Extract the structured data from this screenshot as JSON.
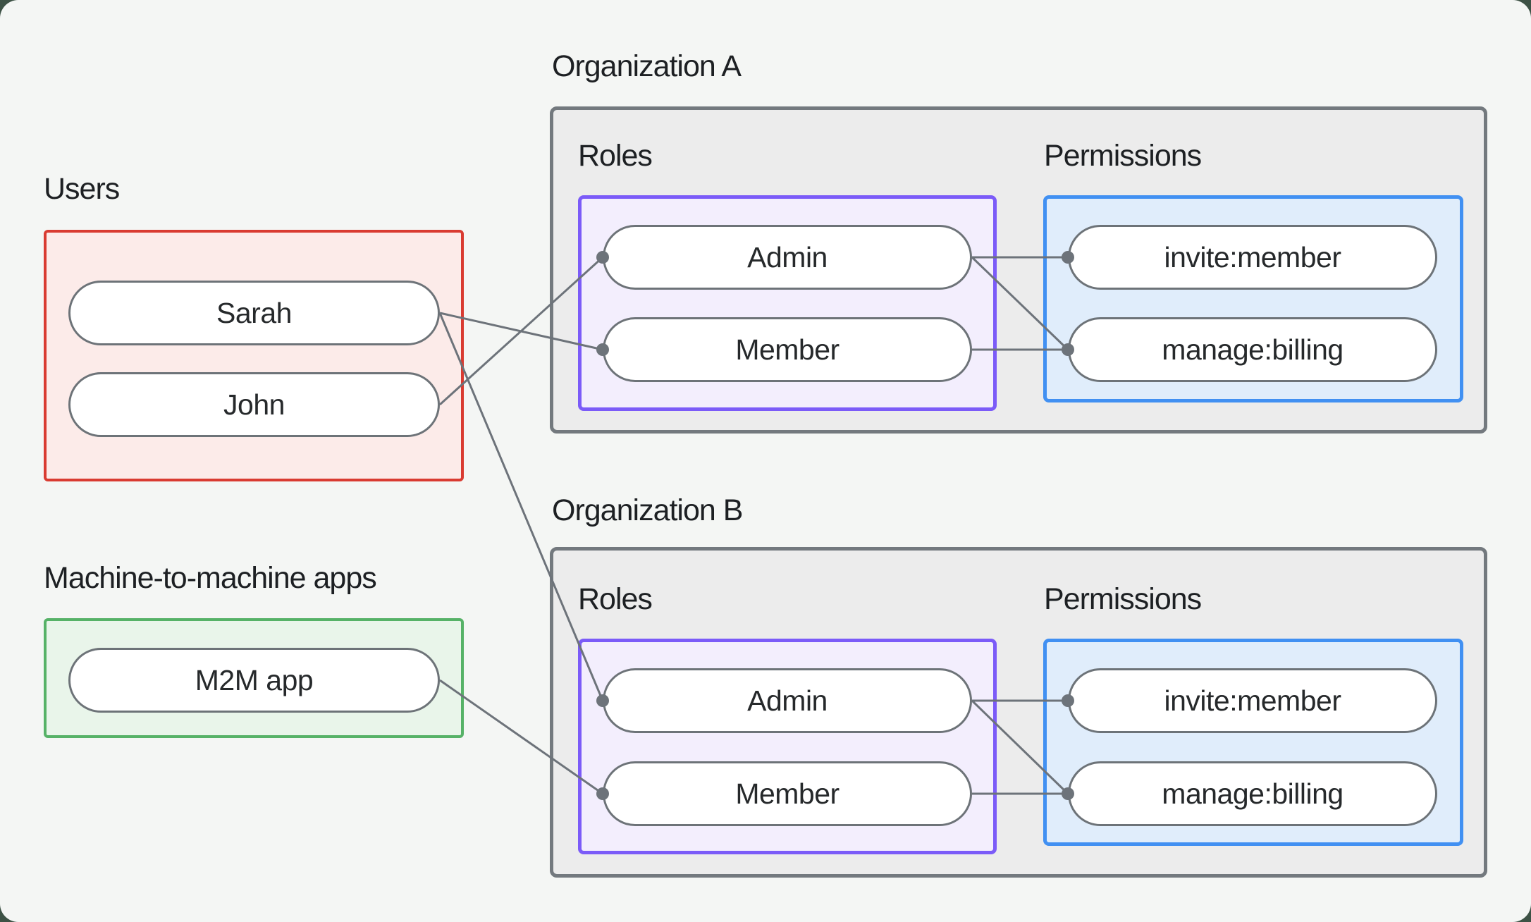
{
  "users": {
    "label": "Users",
    "items": [
      "Sarah",
      "John"
    ]
  },
  "m2m": {
    "label": "Machine-to-machine apps",
    "items": [
      "M2M app"
    ]
  },
  "orgs": [
    {
      "title": "Organization A",
      "roles_label": "Roles",
      "permissions_label": "Permissions",
      "roles": [
        "Admin",
        "Member"
      ],
      "permissions": [
        "invite:member",
        "manage:billing"
      ]
    },
    {
      "title": "Organization B",
      "roles_label": "Roles",
      "permissions_label": "Permissions",
      "roles": [
        "Admin",
        "Member"
      ],
      "permissions": [
        "invite:member",
        "manage:billing"
      ]
    }
  ],
  "edges": [
    {
      "from": "sarah",
      "to": "orga-member"
    },
    {
      "from": "john",
      "to": "orga-admin"
    },
    {
      "from": "sarah",
      "to": "orgb-admin"
    },
    {
      "from": "m2m-app",
      "to": "orgb-member"
    },
    {
      "from": "orga-admin",
      "to": "orga-invite"
    },
    {
      "from": "orga-admin",
      "to": "orga-manage"
    },
    {
      "from": "orga-member",
      "to": "orga-manage"
    },
    {
      "from": "orgb-admin",
      "to": "orgb-invite"
    },
    {
      "from": "orgb-admin",
      "to": "orgb-manage"
    },
    {
      "from": "orgb-member",
      "to": "orgb-manage"
    }
  ],
  "style": {
    "edge_color": "#6d737a",
    "edge_width": 3,
    "dot_radius": 9,
    "background": "#f4f6f4",
    "users_border": "#d93b31",
    "users_fill": "#fcebe9",
    "m2m_border": "#56b267",
    "m2m_fill": "#e9f5ea",
    "org_border": "#73797e",
    "org_fill": "#ececec",
    "roles_border": "#7b5bf8",
    "roles_fill": "#f3eefd",
    "permissions_border": "#4190f2",
    "permissions_fill": "#e0edfb"
  }
}
